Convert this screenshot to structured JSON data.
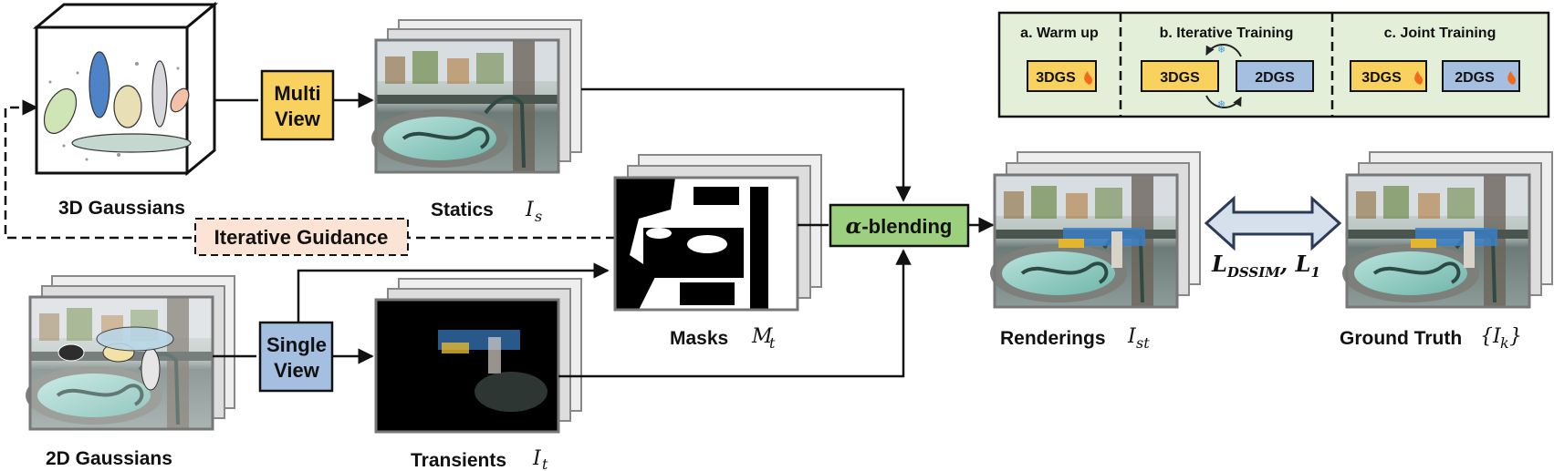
{
  "nodes": {
    "gauss3d": "3D Gaussians",
    "gauss2d": "2D Gaussians",
    "statics": "Statics",
    "statics_sym": "I",
    "statics_sub": "s",
    "transients": "Transients",
    "transients_sym": "I",
    "transients_sub": "t",
    "masks": "Masks",
    "masks_sym": "M",
    "masks_sub": "t",
    "renderings": "Renderings",
    "renderings_sym": "I",
    "renderings_sub": "st",
    "ground_truth": "Ground Truth",
    "gt_sym": "{I",
    "gt_sub": "k",
    "gt_close": "}"
  },
  "boxes": {
    "multi_view_1": "Multi",
    "multi_view_2": "View",
    "single_view_1": "Single",
    "single_view_2": "View",
    "alpha_sym": "α",
    "alpha_text": "-blending",
    "iterative_guidance": "Iterative Guidance"
  },
  "loss": {
    "l_dssim": "L",
    "l_dssim_sub": "DSSIM",
    "sep": ", ",
    "l1": "L",
    "l1_sub": "1"
  },
  "stages": {
    "a_title": "a. Warm up",
    "b_title": "b. Iterative Training",
    "c_title": "c. Joint Training",
    "chip_3dgs": "3DGS",
    "chip_2dgs": "2DGS"
  },
  "colors": {
    "yellow": "#f8d15e",
    "blue": "#a4bfe0",
    "green": "#9ccf7e",
    "panel": "#e3efd9",
    "guidance": "#fbe4d5",
    "arrow_fill": "#d6e0ec",
    "arrow_stroke": "#2b3a55"
  }
}
